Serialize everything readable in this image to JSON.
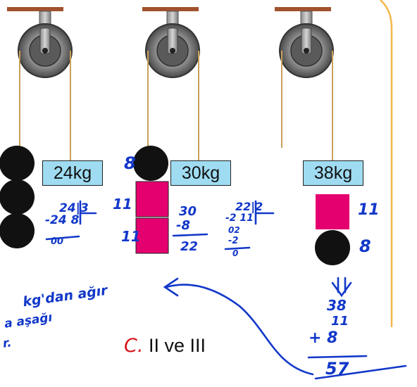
{
  "colors": {
    "rope": "#c9a05a",
    "ceiling_bar": "#a0522d",
    "box_fill": "#9fdcf2",
    "block_fill": "#e5006f",
    "ball_fill": "#111111",
    "ink_blue": "#1238c9",
    "answer_letter": "#d8161b",
    "border_line": "#f2b84b"
  },
  "icons": [
    "pulley-icon",
    "ball-weight-icon",
    "block-weight-icon",
    "arrow-icon"
  ],
  "pulleys": [
    {
      "label": "24kg",
      "left_stack": [
        "ball",
        "ball",
        "ball"
      ],
      "right_stack": []
    },
    {
      "label": "30kg",
      "left_stack": [
        "ball",
        "block",
        "block"
      ],
      "right_stack": []
    },
    {
      "label": "38kg",
      "left_stack": [],
      "right_stack": [
        "block",
        "ball"
      ]
    }
  ],
  "annotations": {
    "p1_top": "24|3",
    "p1_mid": "-24  8",
    "p1_bot": "00",
    "p2_ball": "8",
    "p2_block1": "11",
    "p2_block2": "11",
    "p2_calc_top": "30",
    "p2_calc_mid": "-8",
    "p2_calc_bot": "22",
    "p2_div_top": "22|2",
    "p2_div_mid": "-2  11",
    "p2_div_2": "02",
    "p2_div_3": "-2",
    "p2_div_4": "0",
    "p3_block": "11",
    "p3_ball": "8",
    "p3_sum_top": "38",
    "p3_sum_mid": "11",
    "p3_sum_add": "+ 8",
    "p3_sum_total": "57",
    "note_line1": "kg'dan ağır",
    "note_line2": "a aşağı",
    "note_line3": "r."
  },
  "answer": {
    "letter": "C.",
    "text": "II ve III"
  }
}
